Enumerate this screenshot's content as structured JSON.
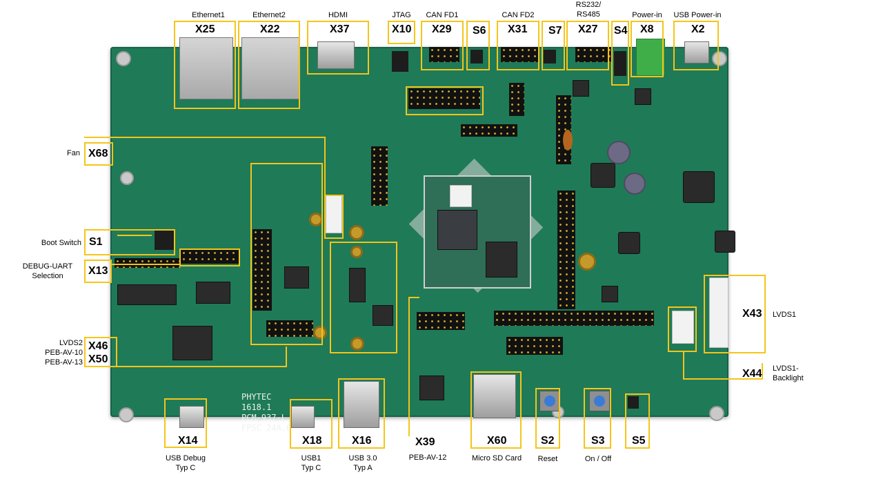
{
  "board": {
    "silkscreen": "PHYTEC\n1618.1\nPCM-937-L\nFPSC 24A.0"
  },
  "callouts": [
    {
      "id": "x25",
      "code": "X25",
      "desc": "Ethernet1"
    },
    {
      "id": "x22",
      "code": "X22",
      "desc": "Ethernet2"
    },
    {
      "id": "x37",
      "code": "X37",
      "desc": "HDMI"
    },
    {
      "id": "x10",
      "code": "X10",
      "desc": "JTAG"
    },
    {
      "id": "x29",
      "code": "X29",
      "desc": "CAN FD1"
    },
    {
      "id": "s6",
      "code": "S6",
      "desc": ""
    },
    {
      "id": "x31",
      "code": "X31",
      "desc": "CAN FD2"
    },
    {
      "id": "s7",
      "code": "S7",
      "desc": ""
    },
    {
      "id": "x27",
      "code": "X27",
      "desc": "RS232/\nRS485"
    },
    {
      "id": "s4",
      "code": "S4",
      "desc": ""
    },
    {
      "id": "x8",
      "code": "X8",
      "desc": "Power-in"
    },
    {
      "id": "x2",
      "code": "X2",
      "desc": "USB Power-in"
    },
    {
      "id": "x68",
      "code": "X68",
      "desc": "Fan"
    },
    {
      "id": "s1",
      "code": "S1",
      "desc": "Boot Switch"
    },
    {
      "id": "x13",
      "code": "X13",
      "desc": "DEBUG-UART\nSelection"
    },
    {
      "id": "x46",
      "code": "X46",
      "desc": "LVDS2"
    },
    {
      "id": "x50",
      "code": "X50",
      "desc": "PEB-AV-10\nPEB-AV-13"
    },
    {
      "id": "x43",
      "code": "X43",
      "desc": "LVDS1"
    },
    {
      "id": "x44",
      "code": "X44",
      "desc": "LVDS1-\nBacklight"
    },
    {
      "id": "x14",
      "code": "X14",
      "desc": "USB Debug\nTyp C"
    },
    {
      "id": "x18",
      "code": "X18",
      "desc": "USB1\nTyp C"
    },
    {
      "id": "x16",
      "code": "X16",
      "desc": "USB 3.0\nTyp A"
    },
    {
      "id": "x39",
      "code": "X39",
      "desc": "PEB-AV-12"
    },
    {
      "id": "x60",
      "code": "X60",
      "desc": "Micro SD Card"
    },
    {
      "id": "s2",
      "code": "S2",
      "desc": "Reset"
    },
    {
      "id": "s3",
      "code": "S3",
      "desc": "On / Off"
    },
    {
      "id": "s5",
      "code": "S5",
      "desc": ""
    }
  ]
}
